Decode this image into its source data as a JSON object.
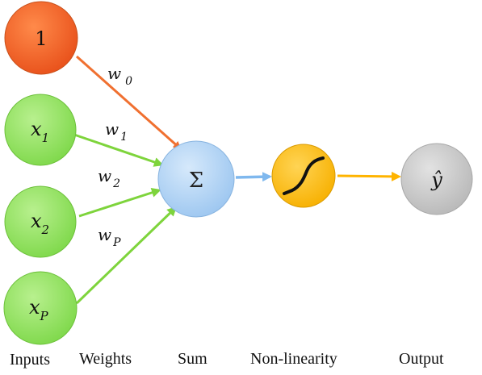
{
  "nodes": {
    "bias": {
      "label": "1",
      "color": "#f05a1e"
    },
    "x1": {
      "base": "x",
      "sub": "1",
      "color": "#8ee05a"
    },
    "x2": {
      "base": "x",
      "sub": "2",
      "color": "#8ee05a"
    },
    "xp": {
      "base": "x",
      "sub": "P",
      "color": "#8ee05a"
    },
    "sum": {
      "label": "Σ",
      "color": "#a9d0f5"
    },
    "nonlin": {
      "icon": "sigmoid-icon",
      "color": "#ffc000"
    },
    "output": {
      "label": "ŷ",
      "color": "#c8c8c8"
    }
  },
  "weights": {
    "w0": {
      "base": "w",
      "sub": "0"
    },
    "w1": {
      "base": "w",
      "sub": "1"
    },
    "w2": {
      "base": "w",
      "sub": "2"
    },
    "wp": {
      "base": "w",
      "sub": "P"
    }
  },
  "captions": {
    "inputs": "Inputs",
    "weights": "Weights",
    "sum": "Sum",
    "nonlinearity": "Non-linearity",
    "output": "Output"
  },
  "colors": {
    "bias_arrow": "#f07030",
    "input_arrow": "#7ed43c",
    "sum_arrow": "#7fb8ee",
    "nonlin_arrow": "#ffb400"
  }
}
